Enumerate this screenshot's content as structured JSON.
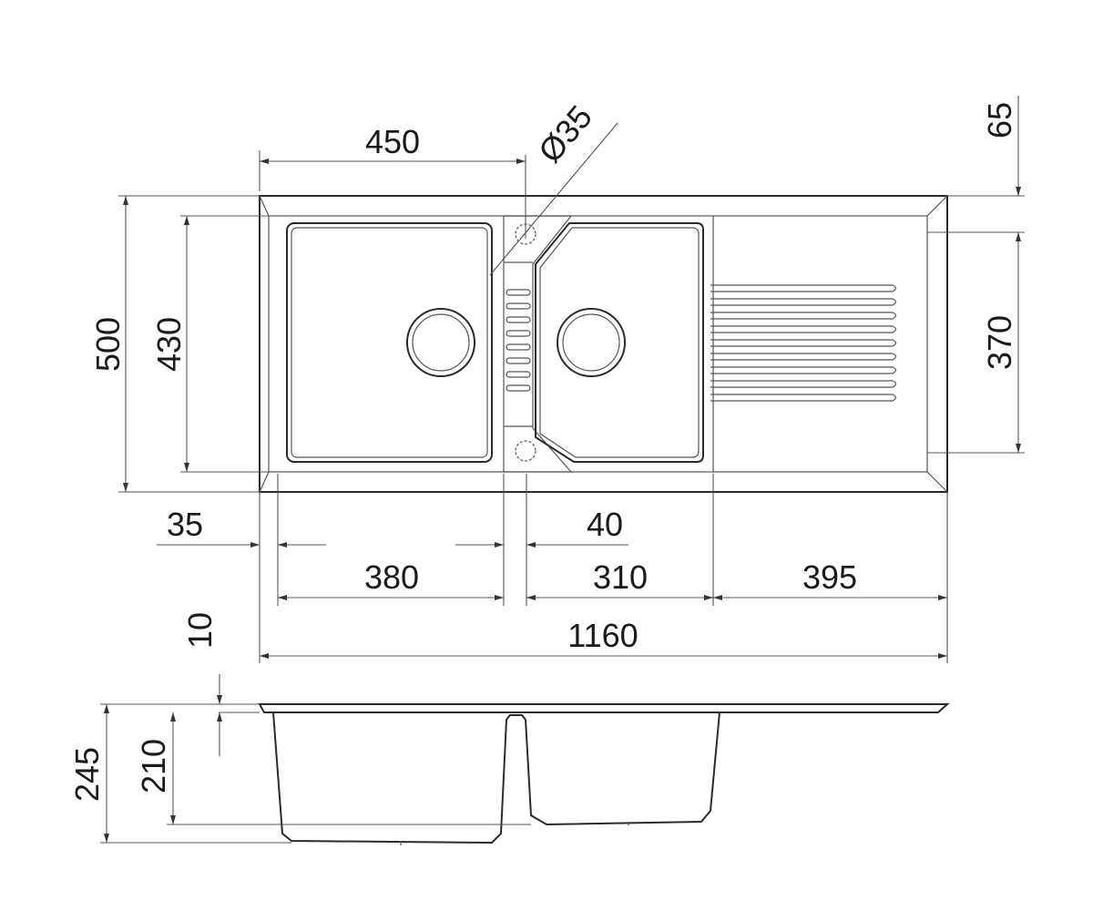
{
  "dimensions": {
    "diameter": "Ø35",
    "width_left_bowl_outer": "450",
    "height_top": "65",
    "height_total": "500",
    "height_bowl": "430",
    "height_right": "370",
    "offset_left": "35",
    "divider": "40",
    "width_left_bowl": "380",
    "width_right_bowl": "310",
    "width_drainer": "395",
    "width_total": "1160",
    "rim": "10",
    "depth_total": "245",
    "depth_bowl": "210"
  },
  "colors": {
    "stroke": "#2a2a2a",
    "text": "#1a1a1a"
  }
}
